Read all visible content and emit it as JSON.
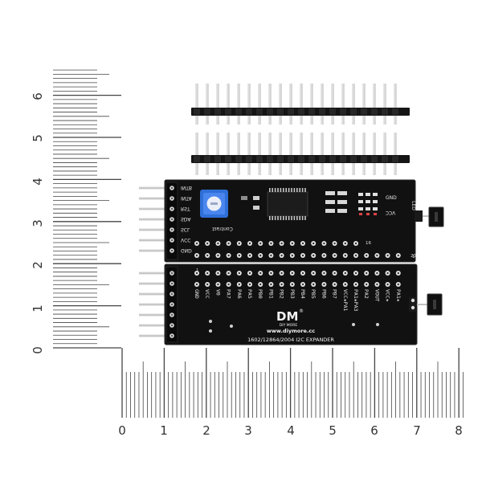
{
  "ruler_left": {
    "labels": [
      "0",
      "1",
      "2",
      "3",
      "4",
      "5",
      "6"
    ]
  },
  "ruler_bottom": {
    "labels": [
      "0",
      "1",
      "2",
      "3",
      "4",
      "5",
      "6",
      "7",
      "8"
    ]
  },
  "board": {
    "side_pins": [
      "INTB",
      "INTA",
      "RST",
      "SDA",
      "SCL",
      "VCC",
      "GND"
    ],
    "contrast_label": "Contrast",
    "pin16": "16",
    "pin1": "1",
    "gnd_right": "GND",
    "vcc_right": "VCC",
    "led_label": "LED",
    "lcd_pins": [
      "GND",
      "VCC",
      "V0",
      "PA7",
      "PA6",
      "PA5",
      "PB0",
      "PB1",
      "PB2",
      "PB3",
      "PB4",
      "PB5",
      "PB6",
      "PB7",
      "VCC★PA1",
      "PA1★PA3",
      "PA2",
      "VOUT",
      "VCC★",
      "PA1★"
    ],
    "logo_text": "DM",
    "logo_sup": "®",
    "logo_sub": "DIY MORE",
    "website": "www.diymore.cc",
    "model": "1602/12864/2004 I2C EXPANDER",
    "pin20": "20",
    "pin_1b": "1"
  }
}
